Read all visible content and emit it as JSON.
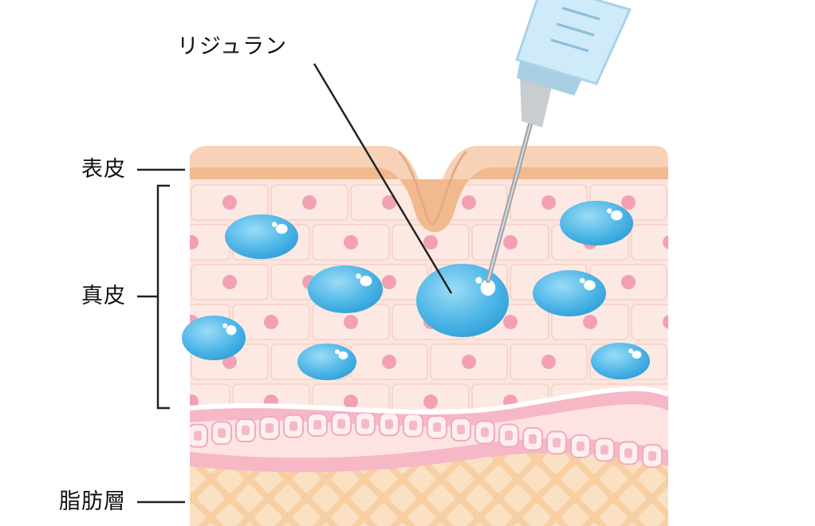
{
  "labels": {
    "product": "リジュラン",
    "epidermis": "表皮",
    "dermis": "真皮",
    "fat": "脂肪層"
  },
  "icons": [
    "syringe-icon"
  ],
  "colors": {
    "epidermis": "#f4c8a4",
    "dermis_bg": "#fbe3dc",
    "cell_fill": "#fde8e2",
    "cell_nucleus": "#f4a0b4",
    "droplet": "#4ab3e6",
    "fat": "#f9d8b2",
    "basement": "#f3a9bf",
    "syringe_barrel": "#bfe5f7",
    "needle": "#b8b8b8"
  }
}
